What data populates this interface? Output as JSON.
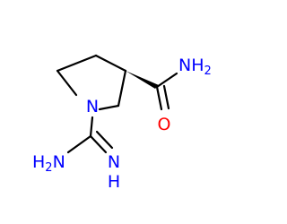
{
  "molecule": {
    "atoms": {
      "ring_n": {
        "symbol": "N",
        "color": "#0000ff"
      },
      "amide_n": {
        "symbol": "NH",
        "subscript": "2",
        "color": "#0000ff"
      },
      "amide_o": {
        "symbol": "O",
        "color": "#ff0000"
      },
      "amidine_nh2": {
        "symbol": "H",
        "subscript": "2",
        "tail": "N",
        "color": "#0000ff"
      },
      "amidine_nh": {
        "symbol": "N",
        "color": "#0000ff",
        "hydrogen": "H"
      }
    },
    "stereo": "wedge",
    "bond_color": "#000000"
  }
}
